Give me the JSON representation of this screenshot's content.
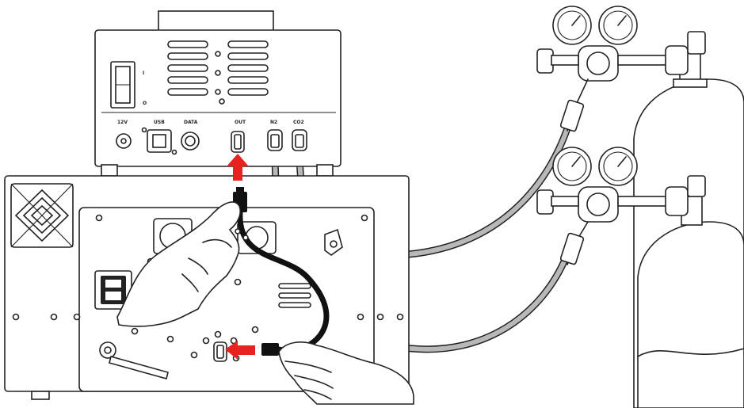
{
  "controller": {
    "labels": {
      "power_on": "I",
      "power_off": "O",
      "dc_in": "12V",
      "usb": "USB",
      "data": "DATA",
      "out": "OUT",
      "n2": "N2",
      "co2": "CO2"
    }
  },
  "colors": {
    "arrow": "#e8231f",
    "hose": "#b5b5b5",
    "cable": "#111111",
    "line": "#222222"
  }
}
